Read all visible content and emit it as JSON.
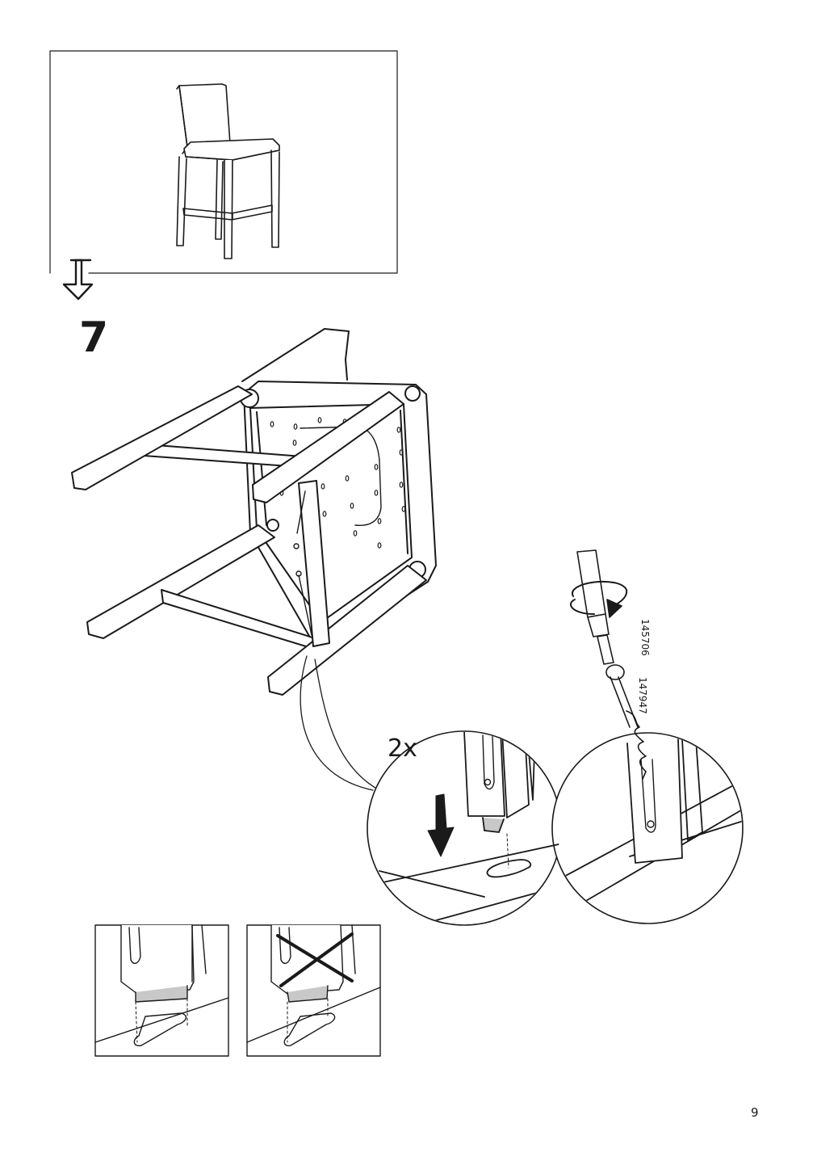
{
  "step": {
    "number": "7"
  },
  "detail": {
    "quantity": "2x"
  },
  "parts": [
    {
      "id": "145706",
      "icon": "hex-key-bit-icon"
    },
    {
      "id": "147947",
      "icon": "screw-icon"
    }
  ],
  "comparison": {
    "correct_icon": "leg-aligned-icon",
    "incorrect_icon": "leg-misaligned-cross-icon"
  },
  "footer": {
    "page_number": "9"
  }
}
